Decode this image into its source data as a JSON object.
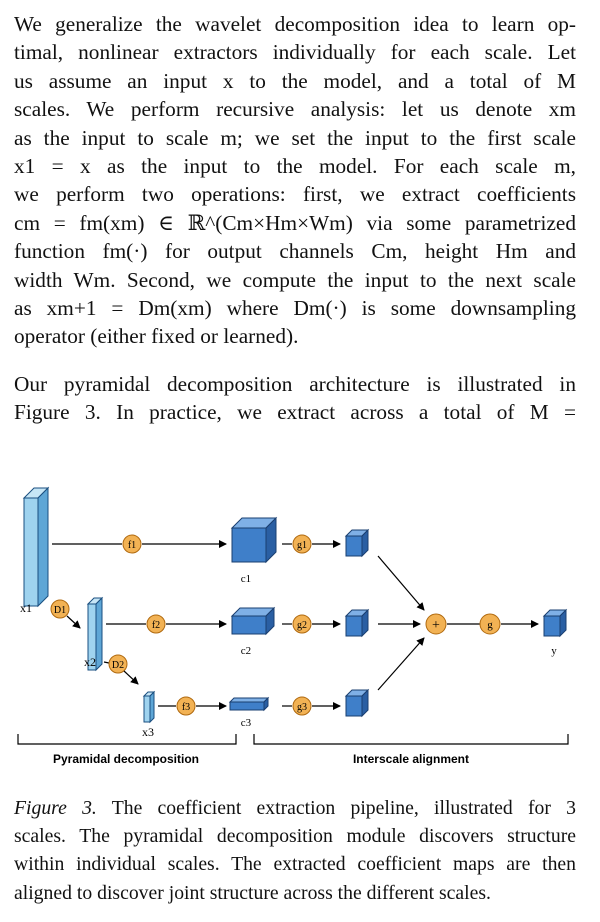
{
  "paragraph1": {
    "lines": [
      "We generalize the wavelet decomposition idea to learn op-",
      "timal, nonlinear extractors individually for each scale. Let",
      "us assume an input x to the model, and a total of M",
      "scales. We perform recursive analysis: let us denote xm",
      "as the input to scale m; we set the input to the first scale",
      "x1 = x as the input to the model. For each scale m,",
      "we perform two operations: first, we extract coefficients",
      "cm = fm(xm) ∈ ℝ^(Cm×Hm×Wm) via some parametrized",
      "function fm(·) for output channels Cm, height Hm and",
      "width Wm. Second, we compute the input to the next scale",
      "as xm+1 = Dm(xm) where Dm(·) is some downsampling",
      "operator (either fixed or learned)."
    ]
  },
  "paragraph2": {
    "lines": [
      "Our pyramidal decomposition architecture is illustrated in",
      "Figure 3. In practice, we extract across a total of M ="
    ],
    "figure_ref": "3"
  },
  "figure": {
    "labels": {
      "x1": "x1",
      "x2": "x2",
      "x3": "x3",
      "c1": "c1",
      "c2": "c2",
      "c3": "c3",
      "y": "y",
      "D1": "D1",
      "D2": "D2",
      "f1": "f1",
      "f2": "f2",
      "f3": "f3",
      "g1": "g1",
      "g2": "g2",
      "g3": "g3",
      "g": "g",
      "plus": "+"
    },
    "sections": {
      "left": "Pyramidal decomposition",
      "right": "Interscale alignment"
    },
    "colors": {
      "input_fill": "#9fd3ef",
      "cube_front": "#3f7fc9",
      "cube_top": "#7fb0e6",
      "cube_side": "#2a5fa3",
      "op_fill": "#f2b254",
      "op_stroke": "#b06a10"
    }
  },
  "caption": {
    "label": "Figure 3.",
    "lines": [
      "The coefficient extraction pipeline, illustrated for 3",
      "scales. The pyramidal decomposition module discovers structure",
      "within individual scales. The extracted coefficient maps are then",
      "aligned to discover joint structure across the different scales."
    ]
  }
}
